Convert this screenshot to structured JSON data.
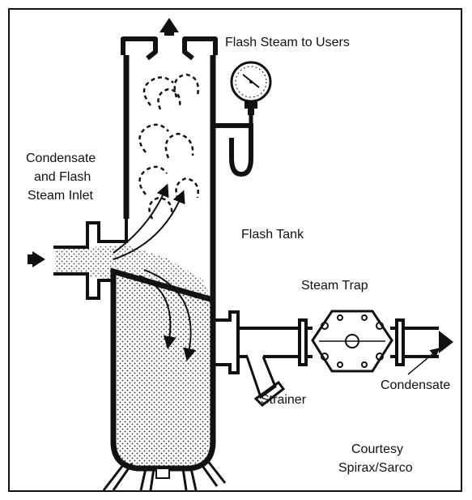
{
  "labels": {
    "flash_steam_to_users": "Flash Steam to Users",
    "inlet_line1": "Condensate",
    "inlet_line2": "and Flash",
    "inlet_line3": "Steam Inlet",
    "flash_tank": "Flash Tank",
    "steam_trap": "Steam Trap",
    "strainer": "Strainer",
    "condensate": "Condensate",
    "courtesy": "Courtesy",
    "credit": "Spirax/Sarco"
  }
}
